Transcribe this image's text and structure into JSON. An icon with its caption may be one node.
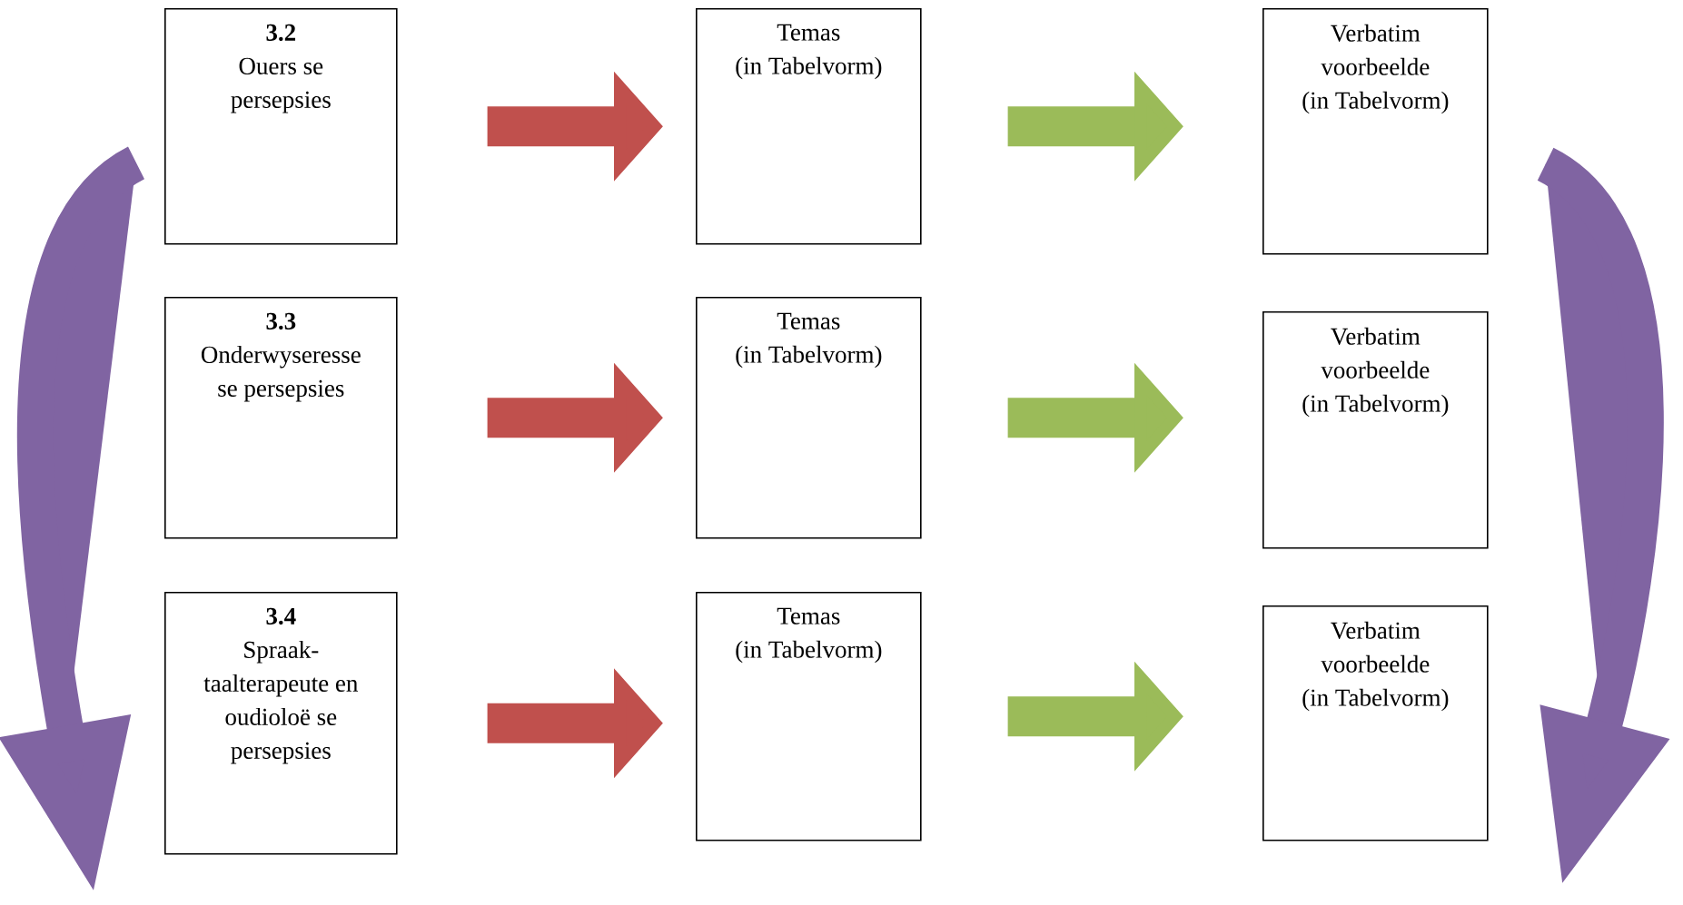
{
  "diagram": {
    "nodes": [
      {
        "text": [
          "3.2",
          "Ouers se persepsies"
        ]
      },
      {
        "text": [
          "Temas",
          "(in Tabelvorm)"
        ]
      },
      {
        "text": [
          "Verbatim voorbeelde",
          "(in Tabelvorm)"
        ]
      },
      {
        "text": [
          "3.3",
          "Onderwyseresse se persepsies"
        ]
      },
      {
        "text": [
          "Temas",
          "(in Tabelvorm)"
        ]
      },
      {
        "text": [
          "Verbatim voorbeelde",
          "(in Tabelvorm)"
        ]
      },
      {
        "text": [
          "3.4",
          "Spraak-taalterapeute en oudioloë se persepsies"
        ]
      },
      {
        "text": [
          "Temas",
          "(in Tabelvorm)"
        ]
      },
      {
        "text": [
          "Verbatim voorbeelde",
          "(in Tabelvorm)"
        ]
      }
    ],
    "edges": [
      {
        "from": 0,
        "to": 1,
        "arrow": "to",
        "color": "#c0504d"
      },
      {
        "from": 1,
        "to": 2,
        "arrow": "to",
        "color": "#9bbb59"
      },
      {
        "from": 3,
        "to": 4,
        "arrow": "to",
        "color": "#c0504d"
      },
      {
        "from": 4,
        "to": 5,
        "arrow": "to",
        "color": "#9bbb59"
      },
      {
        "from": 6,
        "to": 7,
        "arrow": "to",
        "color": "#c0504d"
      },
      {
        "from": 7,
        "to": 8,
        "arrow": "to",
        "color": "#9bbb59"
      },
      {
        "from": 0,
        "to": 6,
        "arrow": "to",
        "color": "#8064a2"
      },
      {
        "from": 2,
        "to": 8,
        "arrow": "to",
        "color": "#8064a2"
      }
    ]
  }
}
